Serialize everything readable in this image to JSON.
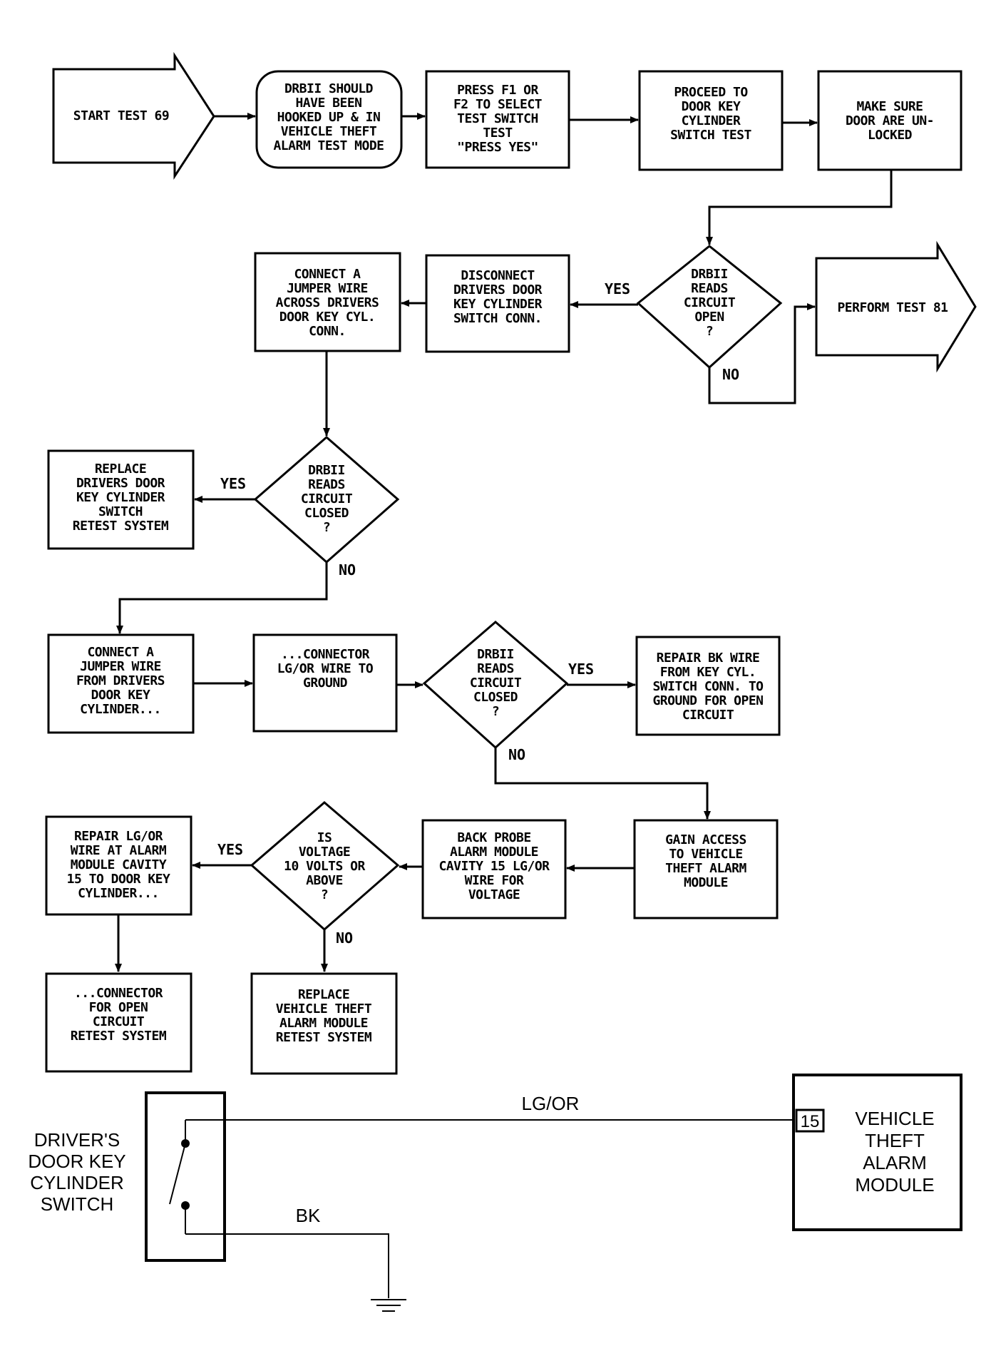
{
  "flowchart": {
    "start": [
      "START TEST 69"
    ],
    "drbii_hooked": [
      "DRBII SHOULD",
      "HAVE BEEN",
      "HOOKED UP & IN",
      "VEHICLE THEFT",
      "ALARM TEST MODE"
    ],
    "press_f1": [
      "PRESS F1 OR",
      "F2 TO SELECT",
      "TEST SWITCH",
      "TEST",
      "\"PRESS YES\""
    ],
    "proceed": [
      "PROCEED TO",
      "DOOR KEY",
      "CYLINDER",
      "SWITCH TEST"
    ],
    "make_sure": [
      "MAKE SURE",
      "DOOR ARE UN-",
      "LOCKED"
    ],
    "q_open": [
      "DRBII",
      "READS",
      "CIRCUIT",
      "OPEN",
      "?"
    ],
    "perform": [
      "PERFORM TEST 81"
    ],
    "disconnect": [
      "DISCONNECT",
      "DRIVERS DOOR",
      "KEY CYLINDER",
      "SWITCH CONN."
    ],
    "connect_across": [
      "CONNECT A",
      "JUMPER WIRE",
      "ACROSS DRIVERS",
      "DOOR KEY CYL.",
      "CONN."
    ],
    "q_closed1": [
      "DRBII",
      "READS",
      "CIRCUIT",
      "CLOSED",
      "?"
    ],
    "replace_switch": [
      "REPLACE",
      "DRIVERS DOOR",
      "KEY CYLINDER",
      "SWITCH",
      "RETEST SYSTEM"
    ],
    "connect_from": [
      "CONNECT A",
      "JUMPER WIRE",
      "FROM DRIVERS",
      "DOOR KEY",
      "CYLINDER..."
    ],
    "connector_ground": [
      "...CONNECTOR",
      "LG/OR WIRE TO",
      "GROUND"
    ],
    "q_closed2": [
      "DRBII",
      "READS",
      "CIRCUIT",
      "CLOSED",
      "?"
    ],
    "repair_bk": [
      "REPAIR BK WIRE",
      "FROM KEY CYL.",
      "SWITCH CONN. TO",
      "GROUND FOR OPEN",
      "CIRCUIT"
    ],
    "gain_access": [
      "GAIN ACCESS",
      "TO VEHICLE",
      "THEFT ALARM",
      "MODULE"
    ],
    "back_probe": [
      "BACK PROBE",
      "ALARM MODULE",
      "CAVITY 15 LG/OR",
      "WIRE FOR",
      "VOLTAGE"
    ],
    "q_voltage": [
      "IS",
      "VOLTAGE",
      "10 VOLTS OR",
      "ABOVE",
      "?"
    ],
    "repair_lg": [
      "REPAIR LG/OR",
      "WIRE AT ALARM",
      "MODULE CAVITY",
      "15 TO DOOR KEY",
      "CYLINDER..."
    ],
    "connector_open": [
      "...CONNECTOR",
      "FOR OPEN",
      "CIRCUIT",
      "RETEST SYSTEM"
    ],
    "replace_module": [
      "REPLACE",
      "VEHICLE THEFT",
      "ALARM MODULE",
      "RETEST SYSTEM"
    ],
    "yes": "YES",
    "no": "NO"
  },
  "schematic": {
    "switch_label": [
      "DRIVER'S",
      "DOOR KEY",
      "CYLINDER",
      "SWITCH"
    ],
    "wire_top": "LG/OR",
    "wire_bottom": "BK",
    "cavity": "15",
    "module_label": [
      "VEHICLE",
      "THEFT",
      "ALARM",
      "MODULE"
    ]
  }
}
